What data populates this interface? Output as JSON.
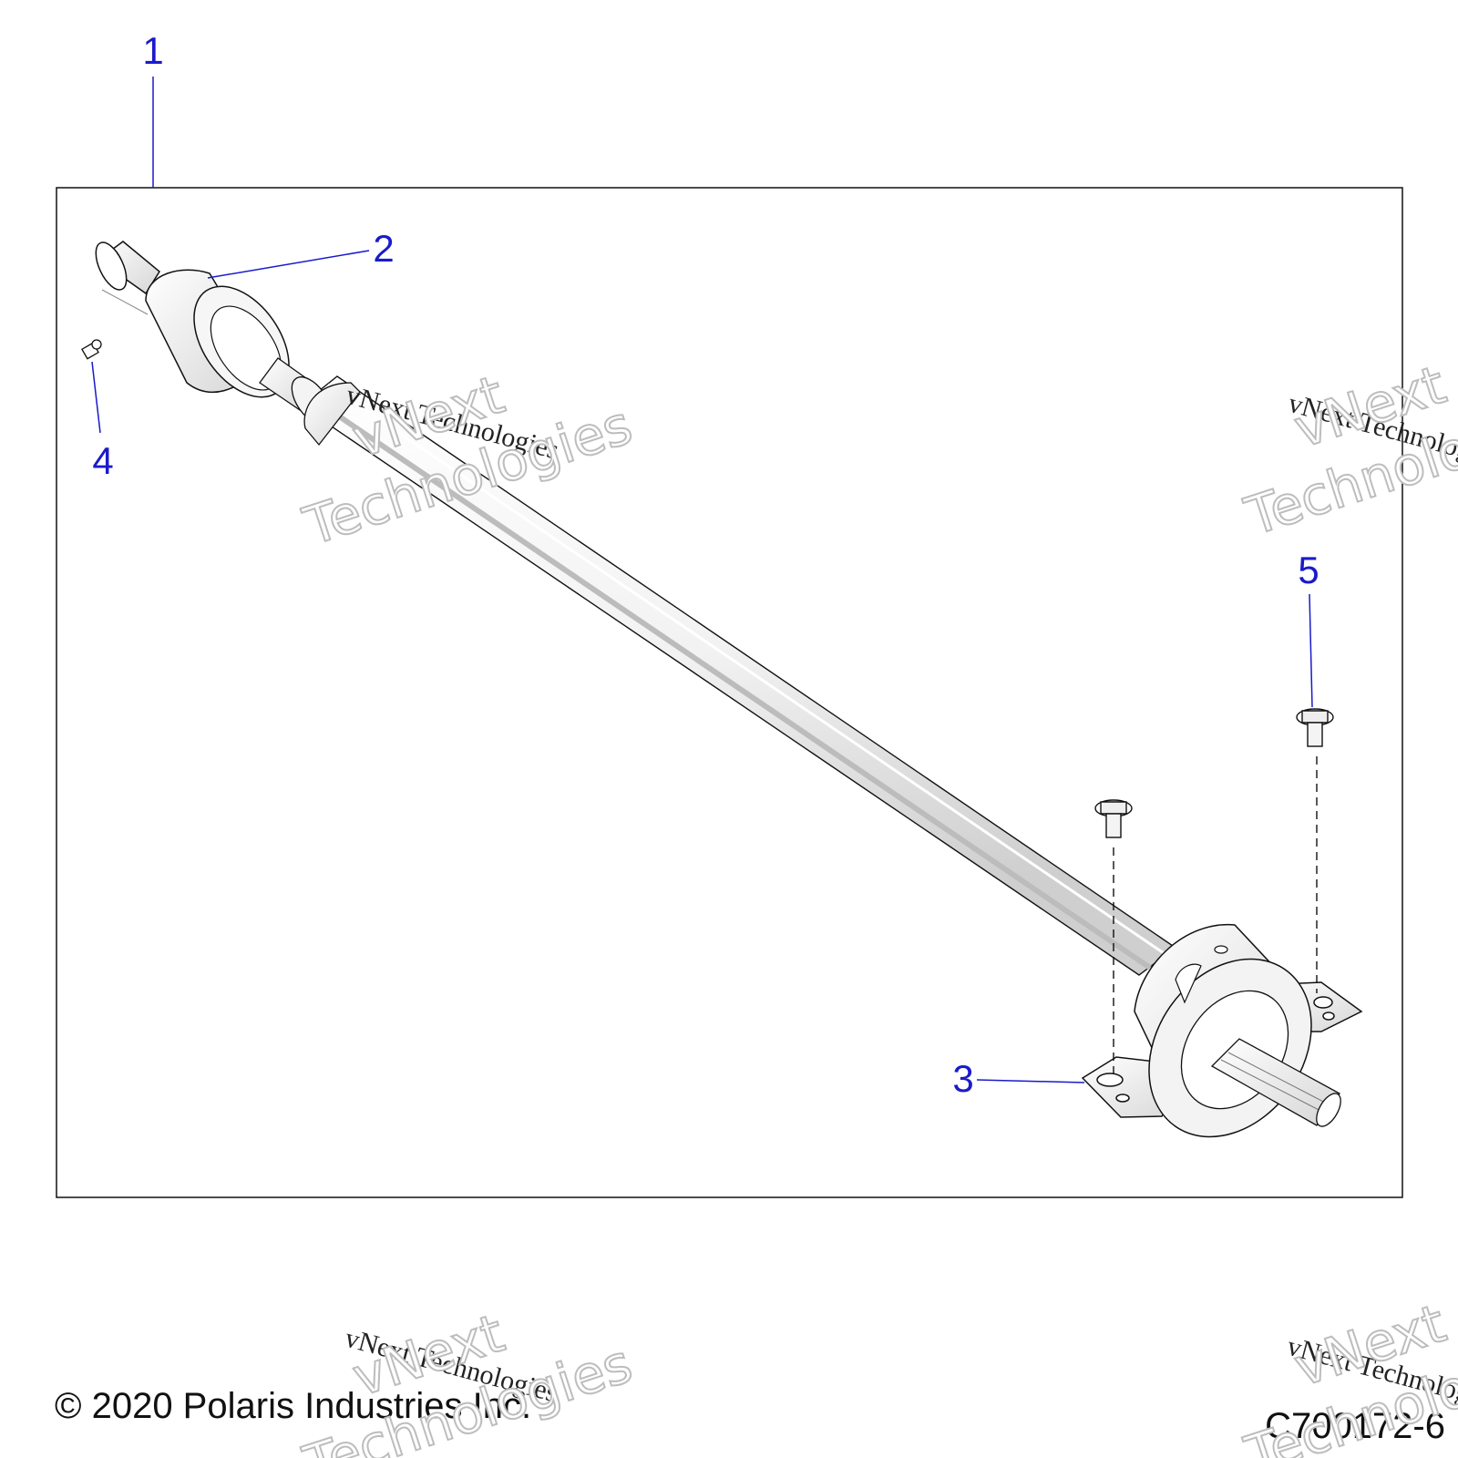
{
  "callouts": [
    {
      "id": "1",
      "label": "1"
    },
    {
      "id": "2",
      "label": "2"
    },
    {
      "id": "3",
      "label": "3"
    },
    {
      "id": "4",
      "label": "4"
    },
    {
      "id": "5",
      "label": "5"
    }
  ],
  "footer": {
    "copyright": "© 2020 Polaris Industries Inc.",
    "drawing_number": "C700172-6"
  },
  "watermark": {
    "line_small": "vNext Technologies",
    "line_big_1": "vNext",
    "line_big_2": "Technologies"
  },
  "colors": {
    "callout": "#1a1acc",
    "line": "#111111"
  }
}
